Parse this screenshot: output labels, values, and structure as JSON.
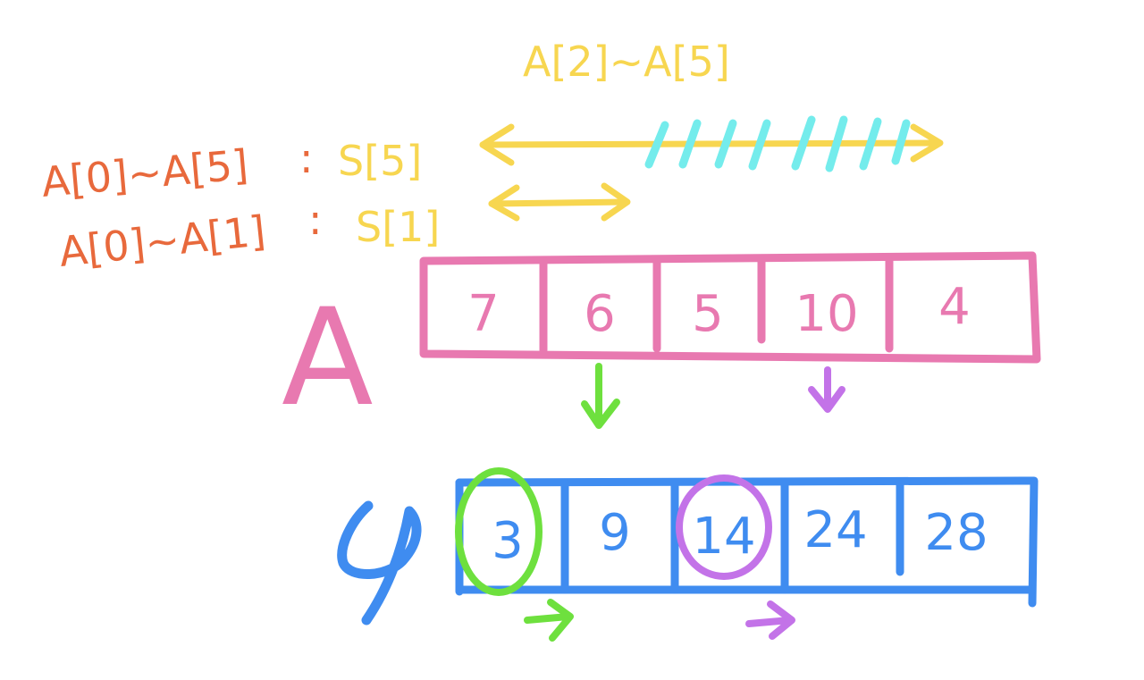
{
  "colors": {
    "orange": "#e8693c",
    "yellow": "#f7d650",
    "cyan": "#74ecec",
    "pink": "#e879b0",
    "blue": "#3f8cf0",
    "green": "#6ee03e",
    "purple": "#c373e8"
  },
  "top_label": "A[2]~A[5]",
  "range_labels": [
    {
      "expr": "A[0]~A[5]",
      "colon": ":",
      "value": "S[5]"
    },
    {
      "expr": "A[0]~A[1]",
      "colon": ":",
      "value": "S[1]"
    }
  ],
  "array_a": {
    "name": "A",
    "cells": [
      "7",
      "6",
      "5",
      "10",
      "4"
    ]
  },
  "array_s": {
    "name": "S",
    "cells": [
      "3",
      "9",
      "14",
      "24",
      "28"
    ]
  }
}
